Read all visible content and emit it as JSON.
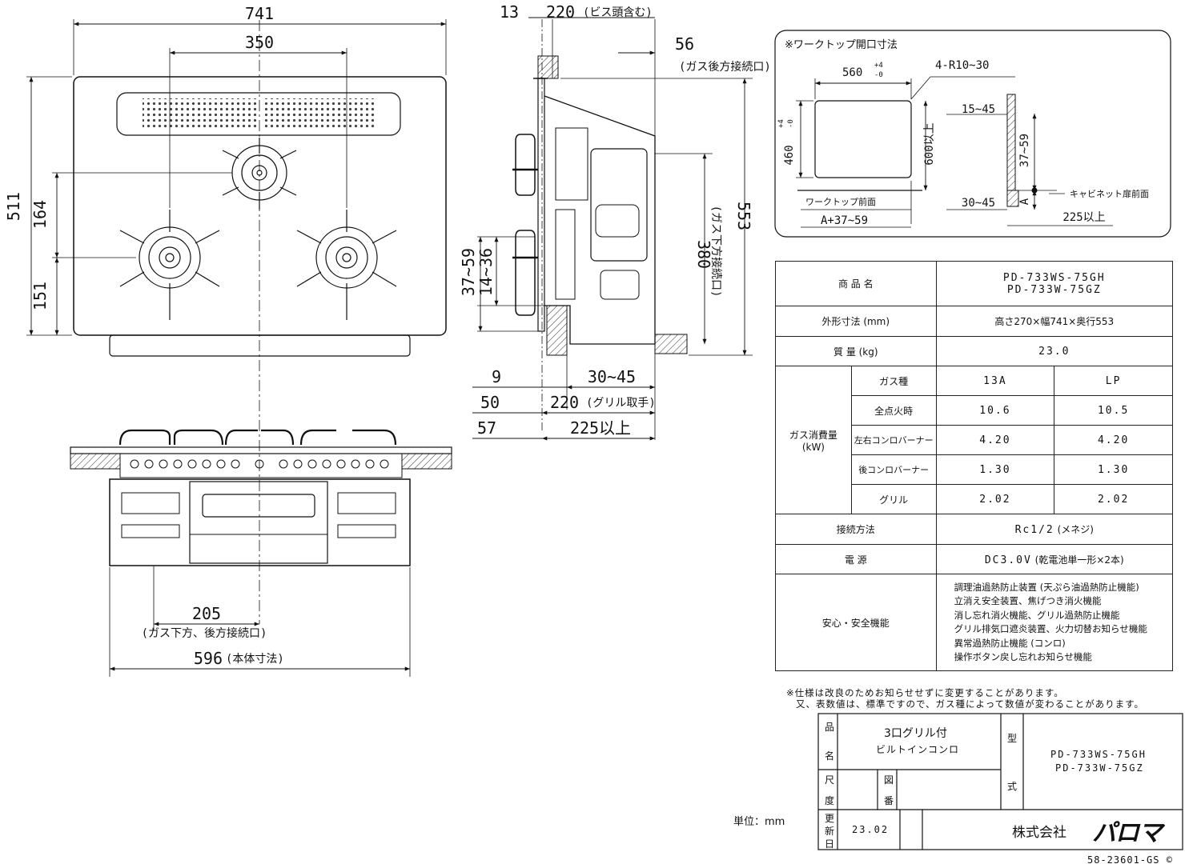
{
  "dimensions": {
    "top_width": "741",
    "burner_span": "350",
    "depth": "511",
    "d164": "164",
    "d151": "151",
    "s13": "13",
    "s220_top": "220",
    "s220_top_note": "(ビス頭含む)",
    "s56": "56",
    "s56_note": "(ガス後方接続口)",
    "s553": "553",
    "s380": "380",
    "s380_note": "(ガス下方接続口)",
    "s37_59": "37~59",
    "s14_36": "14~36",
    "s9": "9",
    "s30_45": "30~45",
    "s50": "50",
    "s220_grill": "220",
    "s220_grill_note": "(グリル取手)",
    "s57": "57",
    "s225": "225以上",
    "f205": "205",
    "f205_note": "(ガス下方、後方接続口)",
    "f596": "596",
    "f596_note": "(本体寸法)"
  },
  "opening": {
    "title": "※ワークトップ開口寸法",
    "w": "560",
    "w_tol_plus": "+4",
    "w_tol_minus": "-0",
    "r": "4-R10~30",
    "h": "460",
    "h_tol_plus": "+4",
    "h_tol_minus": "-0",
    "min600": "600以上",
    "s15_45": "15~45",
    "s37_59": "37~59",
    "front": "ワークトップ前面",
    "a37_59": "A+37~59",
    "s30_45": "30~45",
    "a": "A",
    "cabinet": "キャビネット扉前面",
    "s225": "225以上"
  },
  "specs": {
    "product_label": "商 品 名",
    "product_1": "PD-733WS-75GH",
    "product_2": "PD-733W-75GZ",
    "size_label": "外形寸法 (mm)",
    "size_value": "高さ270×幅741×奥行553",
    "mass_label": "質 量 (kg)",
    "mass_value": "23.0",
    "gas_consumption_label": "ガス消費量",
    "gas_consumption_unit": "(kW)",
    "gas_type_label": "ガス種",
    "gas_13a": "13A",
    "gas_lp": "LP",
    "rows": [
      {
        "label": "全点火時",
        "a": "10.6",
        "b": "10.5"
      },
      {
        "label": "左右コンロバーナー",
        "a": "4.20",
        "b": "4.20"
      },
      {
        "label": "後コンロバーナー",
        "a": "1.30",
        "b": "1.30"
      },
      {
        "label": "グリル",
        "a": "2.02",
        "b": "2.02"
      }
    ],
    "connection_label": "接続方法",
    "connection_value": "Rc1/2",
    "connection_note": "(メネジ)",
    "power_label": "電 源",
    "power_value": "DC3.0V",
    "power_note": "(乾電池単一形×2本)",
    "safety_label": "安心・安全機能",
    "safety": [
      "調理油過熱防止装置 (天ぷら油過熱防止機能)",
      "立消え安全装置、焦げつき消火機能",
      "消し忘れ消火機能、グリル過熱防止機能",
      "グリル排気口遮炎装置、火力切替お知らせ機能",
      "異常過熱防止機能 (コンロ)",
      "操作ボタン戻し忘れお知らせ機能"
    ]
  },
  "notes": [
    "※仕様は改良のためお知らせせずに変更することがあります。",
    "又、表数値は、標準ですので、ガス種によって数値が変わることがあります。"
  ],
  "title_block": {
    "hin": "品",
    "mei": "名",
    "name_1": "3口グリル付",
    "name_2": "ビルトインコンロ",
    "kata": "型",
    "shiki": "式",
    "model_1": "PD-733WS-75GH",
    "model_2": "PD-733W-75GZ",
    "shaku": "尺",
    "do": "度",
    "zu": "図",
    "ban": "番",
    "kou": "更",
    "shin": "新",
    "bi": "日",
    "date": "23.02",
    "unit": "単位：mm",
    "company": "株式会社",
    "brand": "パロマ",
    "drawing_no": "58-23601-GS ©"
  }
}
